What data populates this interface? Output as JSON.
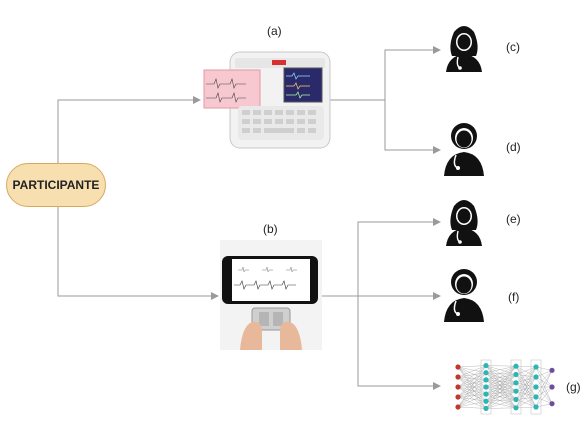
{
  "participant": {
    "label": "PARTICIPANTE"
  },
  "labels": {
    "a": "(a)",
    "b": "(b)",
    "c": "(c)",
    "d": "(d)",
    "e": "(e)",
    "f": "(f)",
    "g": "(g)"
  },
  "icons": {
    "ecg_machine": "ecg-machine-icon",
    "smartphone_ecg": "smartphone-ecg-icon",
    "doctor_female": "female-doctor-icon",
    "doctor_male": "male-doctor-icon",
    "neural_network": "neural-network-icon"
  },
  "colors": {
    "participant_fill": "#f8dfb0",
    "participant_border": "#d9a860",
    "arrow": "#9a9a9a",
    "ecg_screen": "#2a2a6a",
    "nn_input": "#c0392b",
    "nn_hidden": "#2bb5b5",
    "nn_output": "#6a4f9c"
  }
}
